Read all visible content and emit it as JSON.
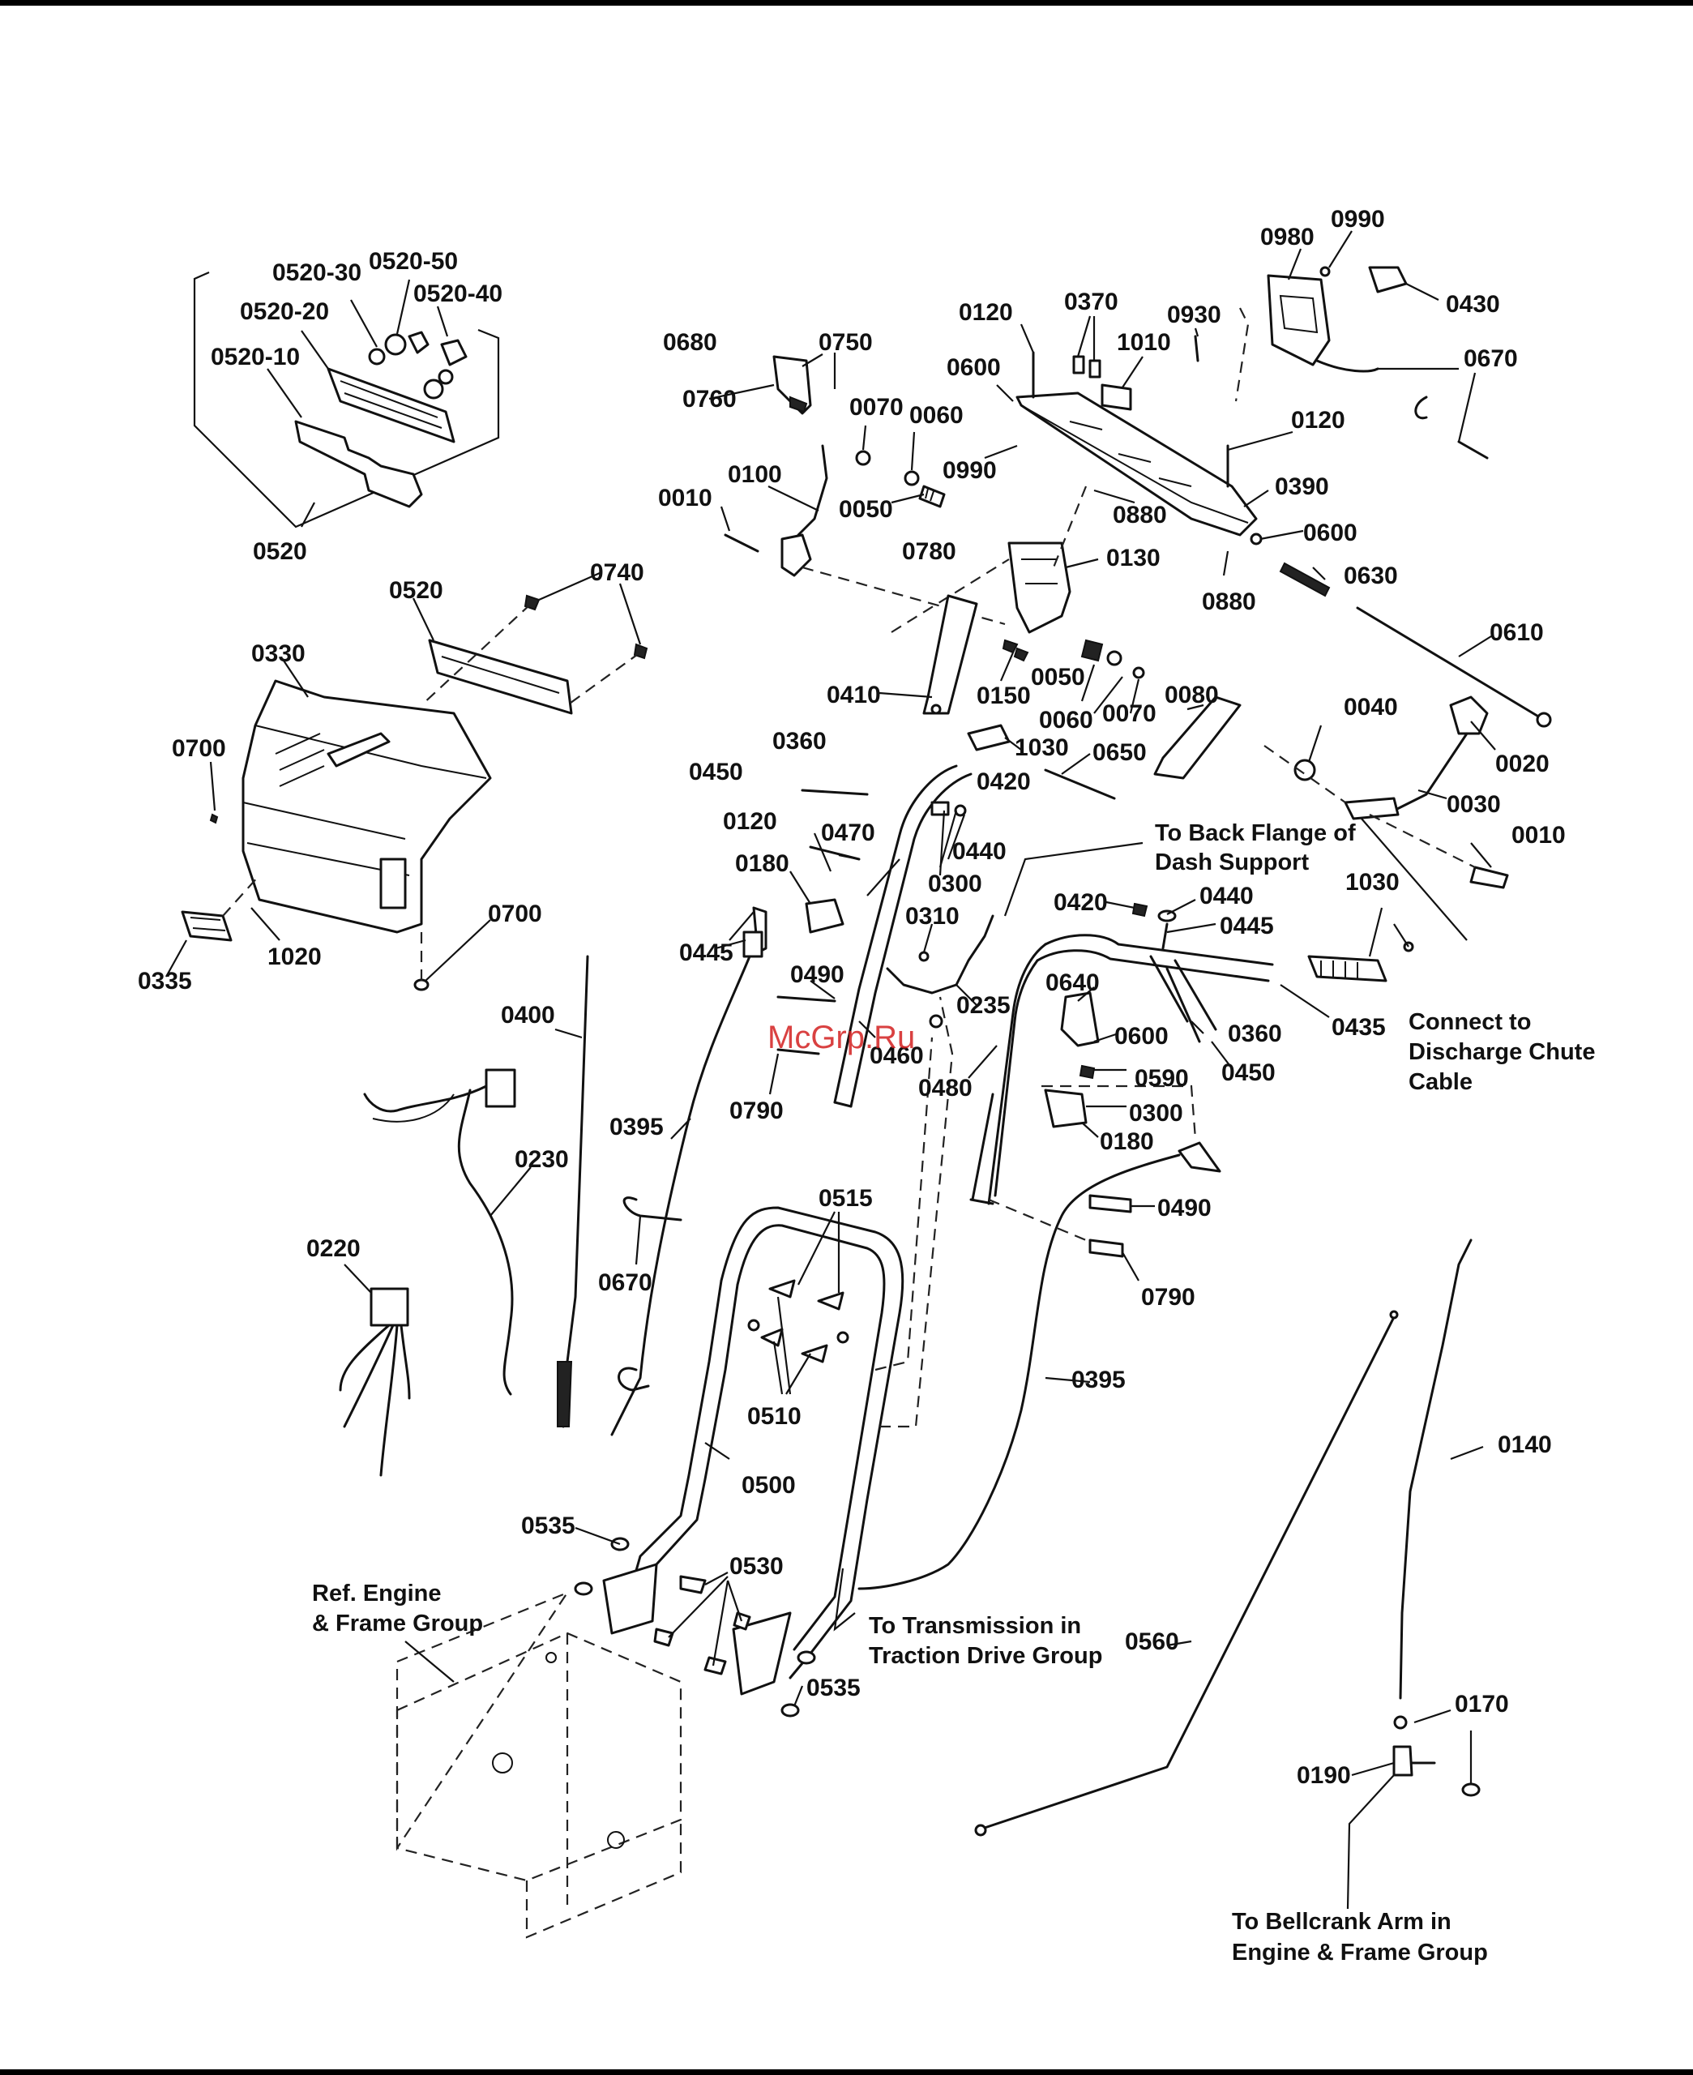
{
  "watermark": "McGrp.Ru",
  "labels": {
    "l0520_30": "0520-30",
    "l0520_50": "0520-50",
    "l0520_40": "0520-40",
    "l0520_20": "0520-20",
    "l0520_10": "0520-10",
    "l0520_a": "0520",
    "l0520_b": "0520",
    "l0740": "0740",
    "l0330": "0330",
    "l0700_a": "0700",
    "l0700_b": "0700",
    "l0335": "0335",
    "l1020": "1020",
    "l0400": "0400",
    "l0230": "0230",
    "l0220": "0220",
    "l0680": "0680",
    "l0750": "0750",
    "l0760": "0760",
    "l0070_a": "0070",
    "l0060_a": "0060",
    "l0100": "0100",
    "l0010_a": "0010",
    "l0050_a": "0050",
    "l0990_a": "0990",
    "l0120_a": "0120",
    "l0370": "0370",
    "l1010": "1010",
    "l0930": "0930",
    "l0600_a": "0600",
    "l0980": "0980",
    "l0990_b": "0990",
    "l0430": "0430",
    "l0670_a": "0670",
    "l0120_b": "0120",
    "l0390": "0390",
    "l0880_a": "0880",
    "l0880_b": "0880",
    "l0600_b": "0600",
    "l0780": "0780",
    "l0130": "0130",
    "l0630": "0630",
    "l0610": "0610",
    "l0410": "0410",
    "l0150": "0150",
    "l0050_b": "0050",
    "l0060_b": "0060",
    "l0070_b": "0070",
    "l0080": "0080",
    "l0040": "0040",
    "l0020": "0020",
    "l0030": "0030",
    "l0010_b": "0010",
    "l0360_a": "0360",
    "l1030_a": "1030",
    "l0650": "0650",
    "l0450_a": "0450",
    "l0420_a": "0420",
    "l0120_c": "0120",
    "l0470": "0470",
    "l0440_a": "0440",
    "l0180_a": "0180",
    "l0300_a": "0300",
    "l0445_a": "0445",
    "l0310": "0310",
    "l0490_a": "0490",
    "l0235": "0235",
    "l0460": "0460",
    "l0790_a": "0790",
    "l0420_b": "0420",
    "l0440_b": "0440",
    "l0445_b": "0445",
    "l1030_b": "1030",
    "l0640": "0640",
    "l0600_c": "0600",
    "l0360_b": "0360",
    "l0435": "0435",
    "l0590": "0590",
    "l0450_b": "0450",
    "l0480": "0480",
    "l0300_b": "0300",
    "l0180_b": "0180",
    "l0395_a": "0395",
    "l0490_b": "0490",
    "l0790_b": "0790",
    "l0515": "0515",
    "l0670_b": "0670",
    "l0510": "0510",
    "l0395_b": "0395",
    "l0500": "0500",
    "l0140": "0140",
    "l0535_a": "0535",
    "l0530": "0530",
    "l0535_b": "0535",
    "l0560": "0560",
    "l0170": "0170",
    "l0190": "0190"
  },
  "notes": {
    "back_flange_1": "To Back Flange of",
    "back_flange_2": "Dash Support",
    "discharge_1": "Connect to",
    "discharge_2": "Discharge Chute",
    "discharge_3": "Cable",
    "transmission_1": "To Transmission in",
    "transmission_2": "Traction Drive Group",
    "ref_engine_1": "Ref. Engine",
    "ref_engine_2": "& Frame Group",
    "bellcrank_1": "To Bellcrank Arm in",
    "bellcrank_2": "Engine & Frame Group"
  }
}
